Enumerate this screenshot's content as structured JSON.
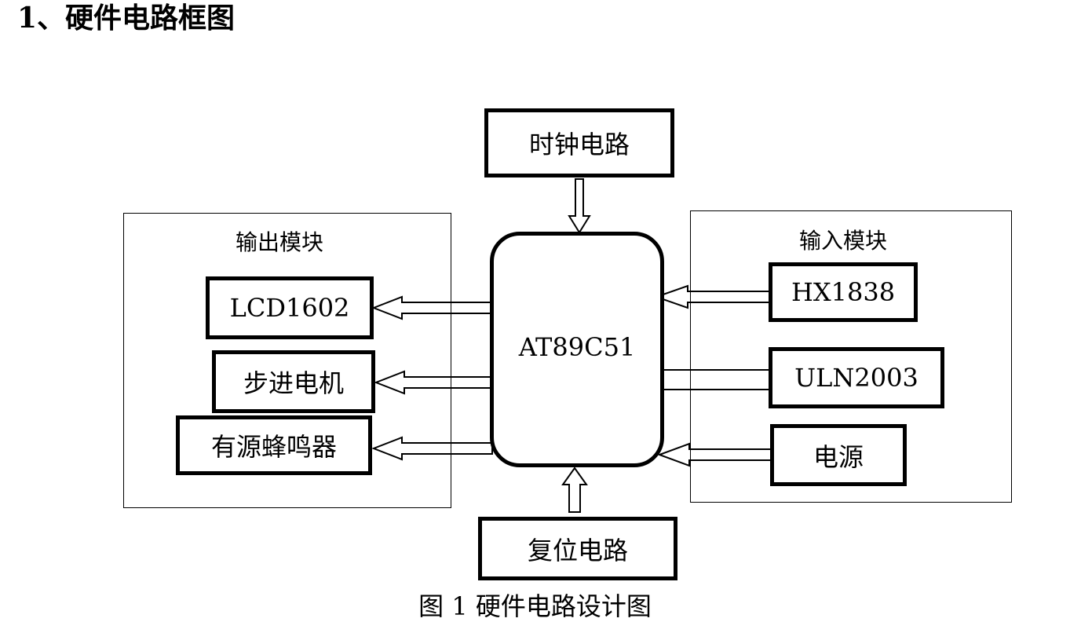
{
  "heading": "1、硬件电路框图",
  "diagram": {
    "output_group": {
      "title": "输出模块",
      "items": [
        "LCD1602",
        "步进电机",
        "有源蜂鸣器"
      ]
    },
    "input_group": {
      "title": "输入模块",
      "items": [
        "HX1838",
        "ULN2003",
        "电源"
      ]
    },
    "mcu": "AT89C51",
    "clock": "时钟电路",
    "reset": "复位电路"
  },
  "caption": "图 1  硬件电路设计图"
}
